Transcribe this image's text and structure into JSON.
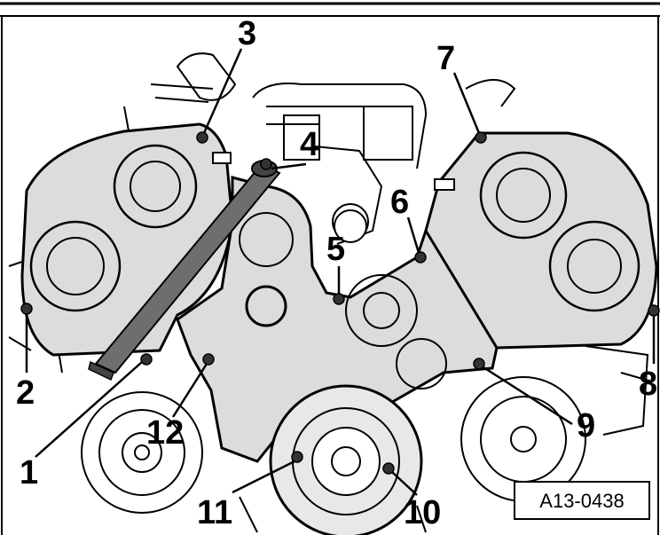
{
  "figure": {
    "reference": "A13-0438",
    "callouts": [
      "1",
      "2",
      "3",
      "4",
      "5",
      "6",
      "7",
      "8",
      "9",
      "10",
      "11",
      "12"
    ]
  },
  "colors": {
    "cover_fill": "#dcdcdc",
    "outline": "#000000",
    "background": "#ffffff"
  }
}
